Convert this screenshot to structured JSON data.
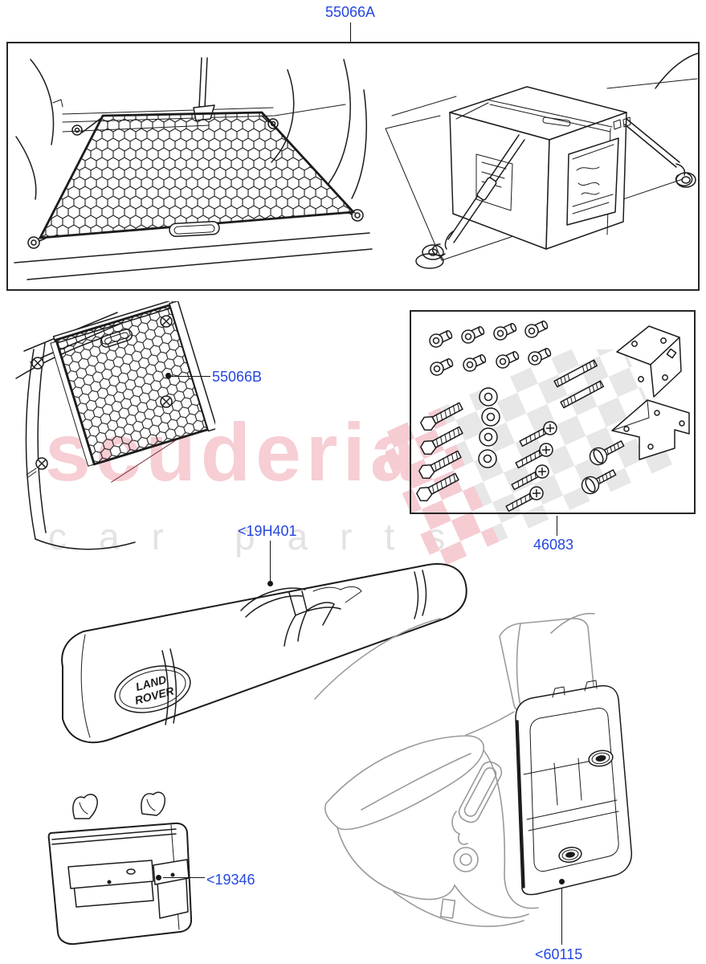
{
  "page": {
    "background": "#ffffff"
  },
  "colors": {
    "label_blue": "#2547e0",
    "line_art": "#1c1c1c",
    "seat_line_gray": "#9a9a9a",
    "watermark_pink": "#f6ced4",
    "watermark_gray": "#e3e3e3",
    "watermark_check_gray": "#e7e7e7",
    "watermark_check_pink": "#f5ccd2"
  },
  "part_labels": {
    "cargo_net_kit": "55066A",
    "side_stowage_net": "55066B",
    "fixing_kit": "46083",
    "storage_bag_tube": "<19H401",
    "seat_back_stowage_bag": "<19346",
    "seat_back_stowage_panel": "<60115"
  },
  "illustration_text": {
    "badge_line1": "LAND",
    "badge_line2": "ROVER"
  },
  "watermark": {
    "word": "scuderia",
    "sub_word1": "car",
    "sub_word2": "parts"
  }
}
